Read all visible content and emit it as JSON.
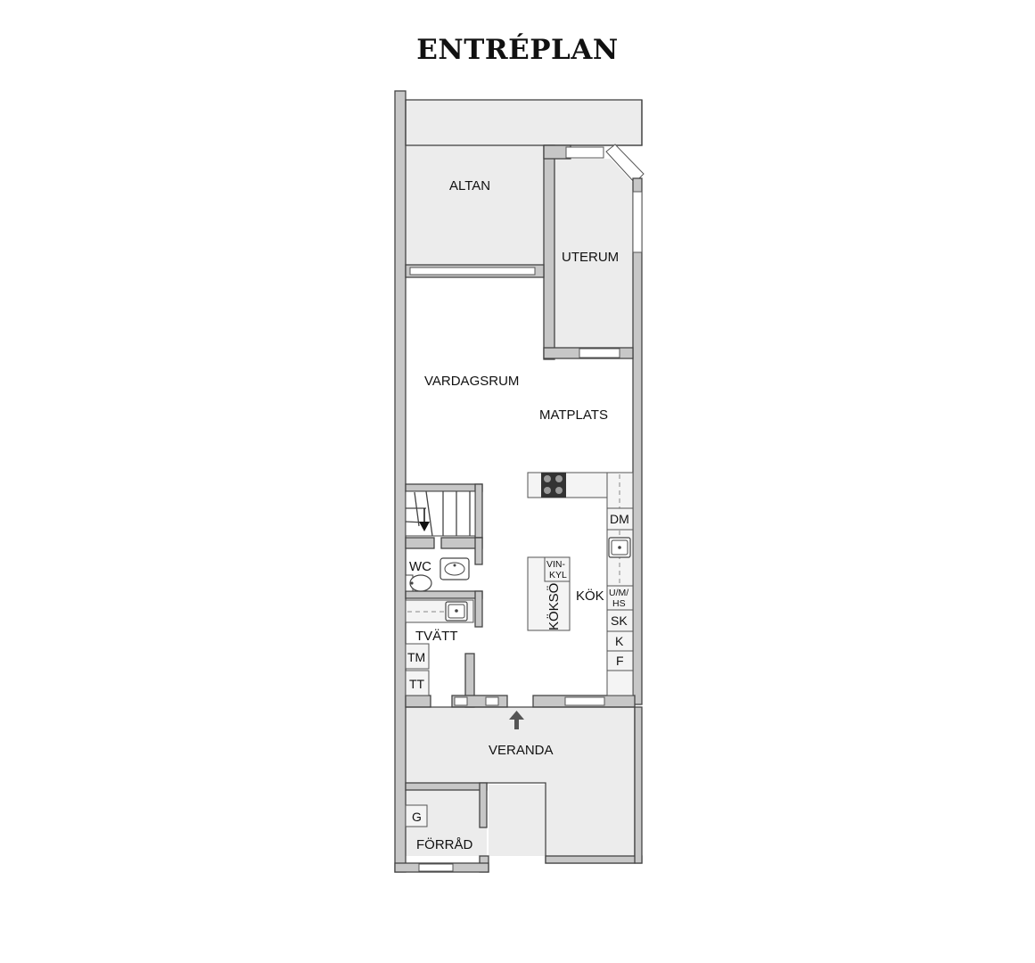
{
  "title": "ENTRÉPLAN",
  "rooms": {
    "altan": "ALTAN",
    "uterum": "UTERUM",
    "vardagsrum": "VARDAGSRUM",
    "matplats": "MATPLATS",
    "kok": "KÖK",
    "koksö": "KÖKSÖ",
    "wc": "WC",
    "tvatt": "TVÄTT",
    "veranda": "VERANDA",
    "forrad": "FÖRRÅD"
  },
  "appliances": {
    "dm": "DM",
    "vinkyl_1": "VIN-",
    "vinkyl_2": "KYL",
    "umhs_1": "U/M/",
    "umhs_2": "HS",
    "sk": "SK",
    "k": "K",
    "f": "F",
    "tm": "TM",
    "tt": "TT",
    "g": "G"
  },
  "colors": {
    "wall": "#c7c7c7",
    "floor_outdoor": "#ececec",
    "floor_indoor": "#ffffff",
    "stove": "#333333",
    "entry_arrow": "#555555"
  },
  "icons": [
    "stove-icon",
    "sink-icon",
    "toilet-icon",
    "stairs-icon",
    "entry-arrow-icon"
  ]
}
